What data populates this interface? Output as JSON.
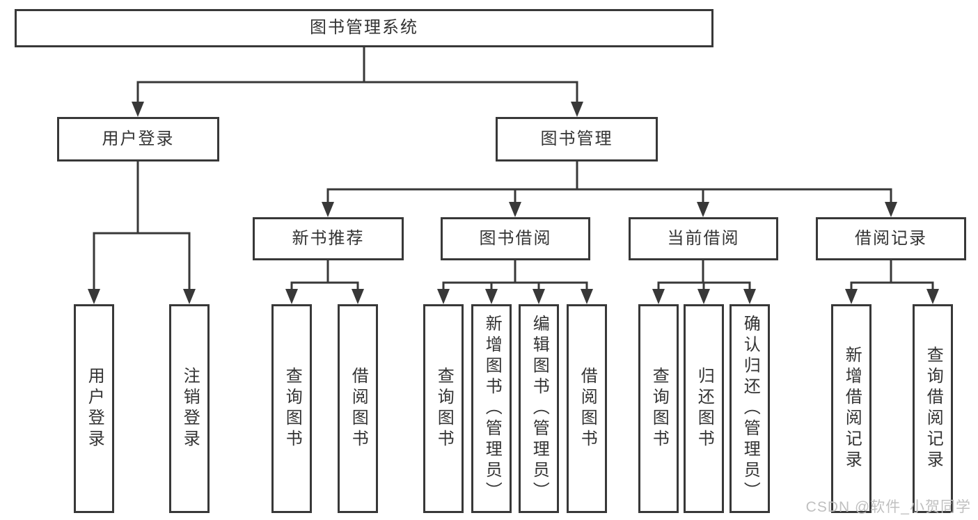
{
  "diagram": {
    "type": "org-tree",
    "tree": {
      "root": "图书管理系统",
      "children": [
        {
          "label": "用户登录",
          "children": [
            "用户登录",
            "注销登录"
          ]
        },
        {
          "label": "图书管理",
          "children": [
            {
              "label": "新书推荐",
              "children": [
                "查询图书",
                "借阅图书"
              ]
            },
            {
              "label": "图书借阅",
              "children": [
                "查询图书",
                "新增图书（管理员）",
                "编辑图书（管理员）",
                "借阅图书"
              ]
            },
            {
              "label": "当前借阅",
              "children": [
                "查询图书",
                "归还图书",
                "确认归还（管理员）"
              ]
            },
            {
              "label": "借阅记录",
              "children": [
                "新增借阅记录",
                "查询借阅记录"
              ]
            }
          ]
        }
      ]
    },
    "watermark": "CSDN @软件_小贺同学",
    "colors": {
      "background": "#ffffff",
      "box_border": "#383838",
      "connector": "#383838",
      "text": "#333333",
      "watermark": "#c0c0c0"
    }
  }
}
